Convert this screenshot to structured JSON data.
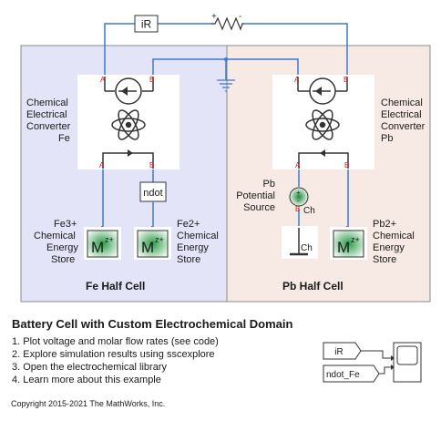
{
  "title": "Battery Cell with Custom Electrochemical Domain",
  "steps": [
    "1. Plot voltage and molar flow rates (see code)",
    "2. Explore simulation results using sscexplore",
    "3. Open the electrochemical library",
    "4. Learn more about this example"
  ],
  "copyright": "Copyright 2015-2021 The MathWorks, Inc.",
  "diagram": {
    "current_sensor": "iR",
    "plus_sign": "+",
    "minus_sign": "-",
    "left_cell": {
      "title": "Fe Half Cell",
      "converter": [
        "Chemical",
        "Electrical",
        "Converter",
        "Fe"
      ],
      "store": [
        "Fe3+",
        "Chemical",
        "Energy",
        "Store"
      ],
      "store2": [
        "Fe2+",
        "Chemical",
        "Energy",
        "Store"
      ],
      "flow_sensor": "ndot",
      "store_icon": "M",
      "store_sup": "z+"
    },
    "right_cell": {
      "title": "Pb Half Cell",
      "converter": [
        "Chemical",
        "Electrical",
        "Converter",
        "Pb"
      ],
      "source": [
        "Pb",
        "Potential",
        "Source"
      ],
      "store": [
        "Pb2+",
        "Chemical",
        "Energy",
        "Store"
      ],
      "ch_label": "Ch",
      "ch_label2": "Ch",
      "store_icon": "M",
      "store_sup": "z+"
    },
    "ports": {
      "a": "A",
      "b": "B"
    },
    "outputs": [
      "iR",
      "ndot_Fe"
    ]
  },
  "colors": {
    "fe_panel": "#e4e4f8",
    "pb_panel": "#f7e9e3",
    "wire": "#3a7ad4",
    "port_red": "#d21f1f"
  }
}
